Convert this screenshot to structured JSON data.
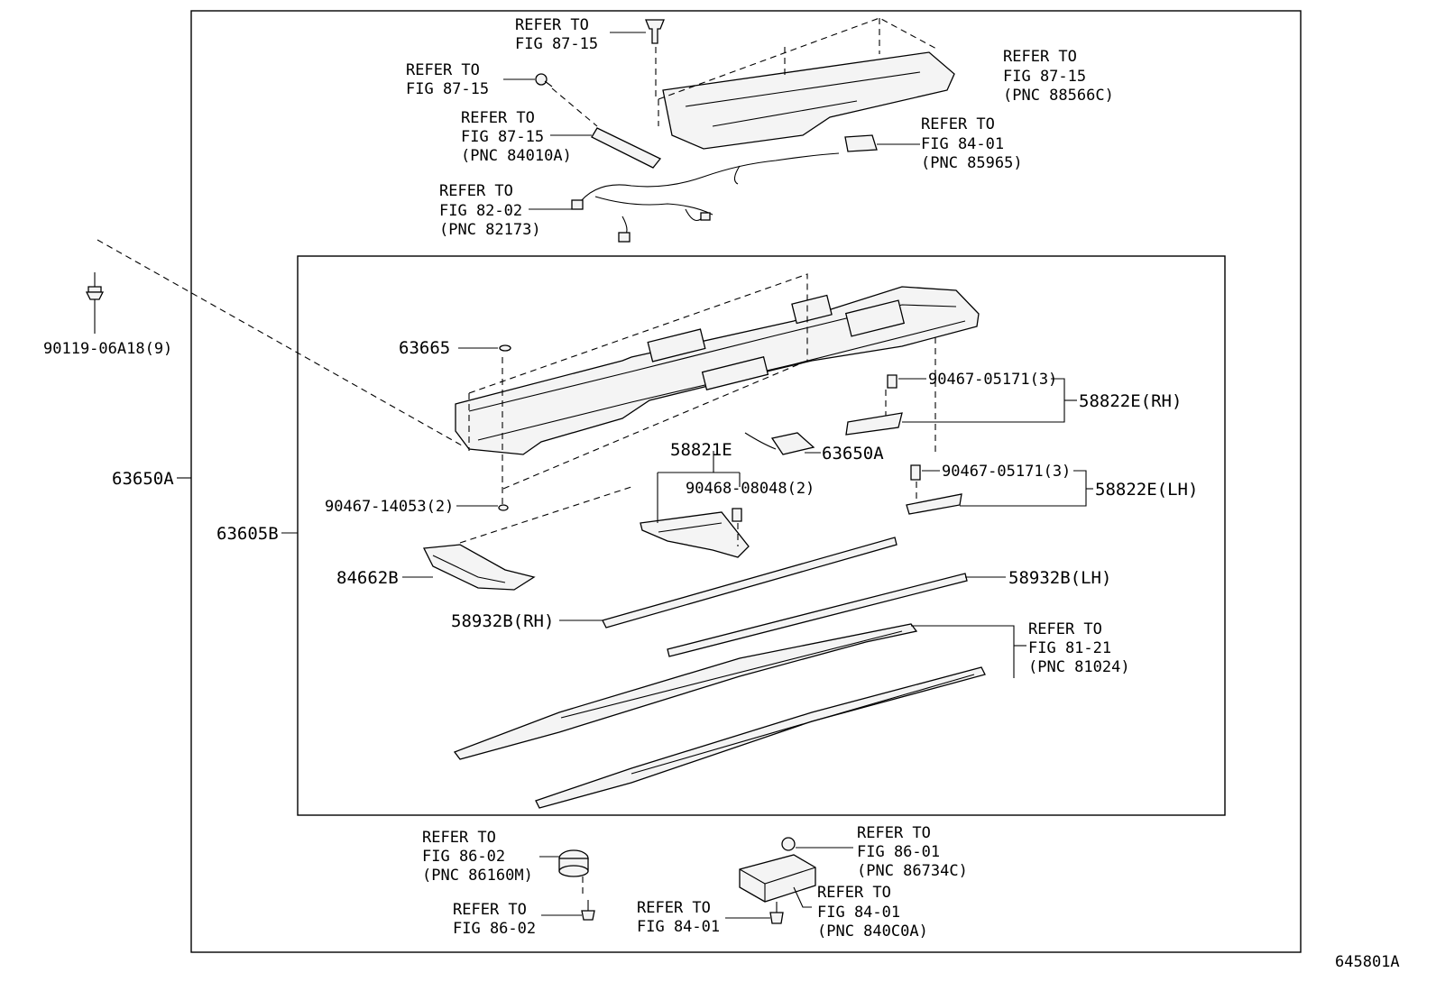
{
  "diagram_id": "645801A",
  "callouts": {
    "ref_clip_top": [
      "REFER TO",
      "FIG 87-15"
    ],
    "ref_screw_top": [
      "REFER TO",
      "FIG 87-15"
    ],
    "ref_88566c": [
      "REFER TO",
      "FIG 87-15",
      "(PNC 88566C)"
    ],
    "ref_84010a": [
      "REFER TO",
      "FIG 87-15",
      "(PNC 84010A)"
    ],
    "ref_85965": [
      "REFER TO",
      "FIG 84-01",
      "(PNC 85965)"
    ],
    "ref_82173": [
      "REFER TO",
      "FIG 82-02",
      "(PNC 82173)"
    ],
    "ref_81024": [
      "REFER TO",
      "FIG 81-21",
      "(PNC 81024)"
    ],
    "ref_86160m": [
      "REFER TO",
      "FIG 86-02",
      "(PNC 86160M)"
    ],
    "ref_86734c": [
      "REFER TO",
      "FIG 86-01",
      "(PNC 86734C)"
    ],
    "ref_bolt_8602": [
      "REFER TO",
      "FIG 86-02"
    ],
    "ref_bolt_8401": [
      "REFER TO",
      "FIG 84-01"
    ],
    "ref_840c0a": [
      "REFER TO",
      "FIG 84-01",
      "(PNC 840C0A)"
    ]
  },
  "parts": {
    "p90119": "90119-06A18(9)",
    "p63650A_main": "63650A",
    "p63605B": "63605B",
    "p63665": "63665",
    "p90467_14053": "90467-14053(2)",
    "p90467_05171_rh": "90467-05171(3)",
    "p58822E_rh": "58822E(RH)",
    "p58821E": "58821E",
    "p63650A_sub": "63650A",
    "p90468_08048": "90468-08048(2)",
    "p90467_05171_lh": "90467-05171(3)",
    "p58822E_lh": "58822E(LH)",
    "p84662B": "84662B",
    "p58932B_lh": "58932B(LH)",
    "p58932B_rh": "58932B(RH)"
  }
}
